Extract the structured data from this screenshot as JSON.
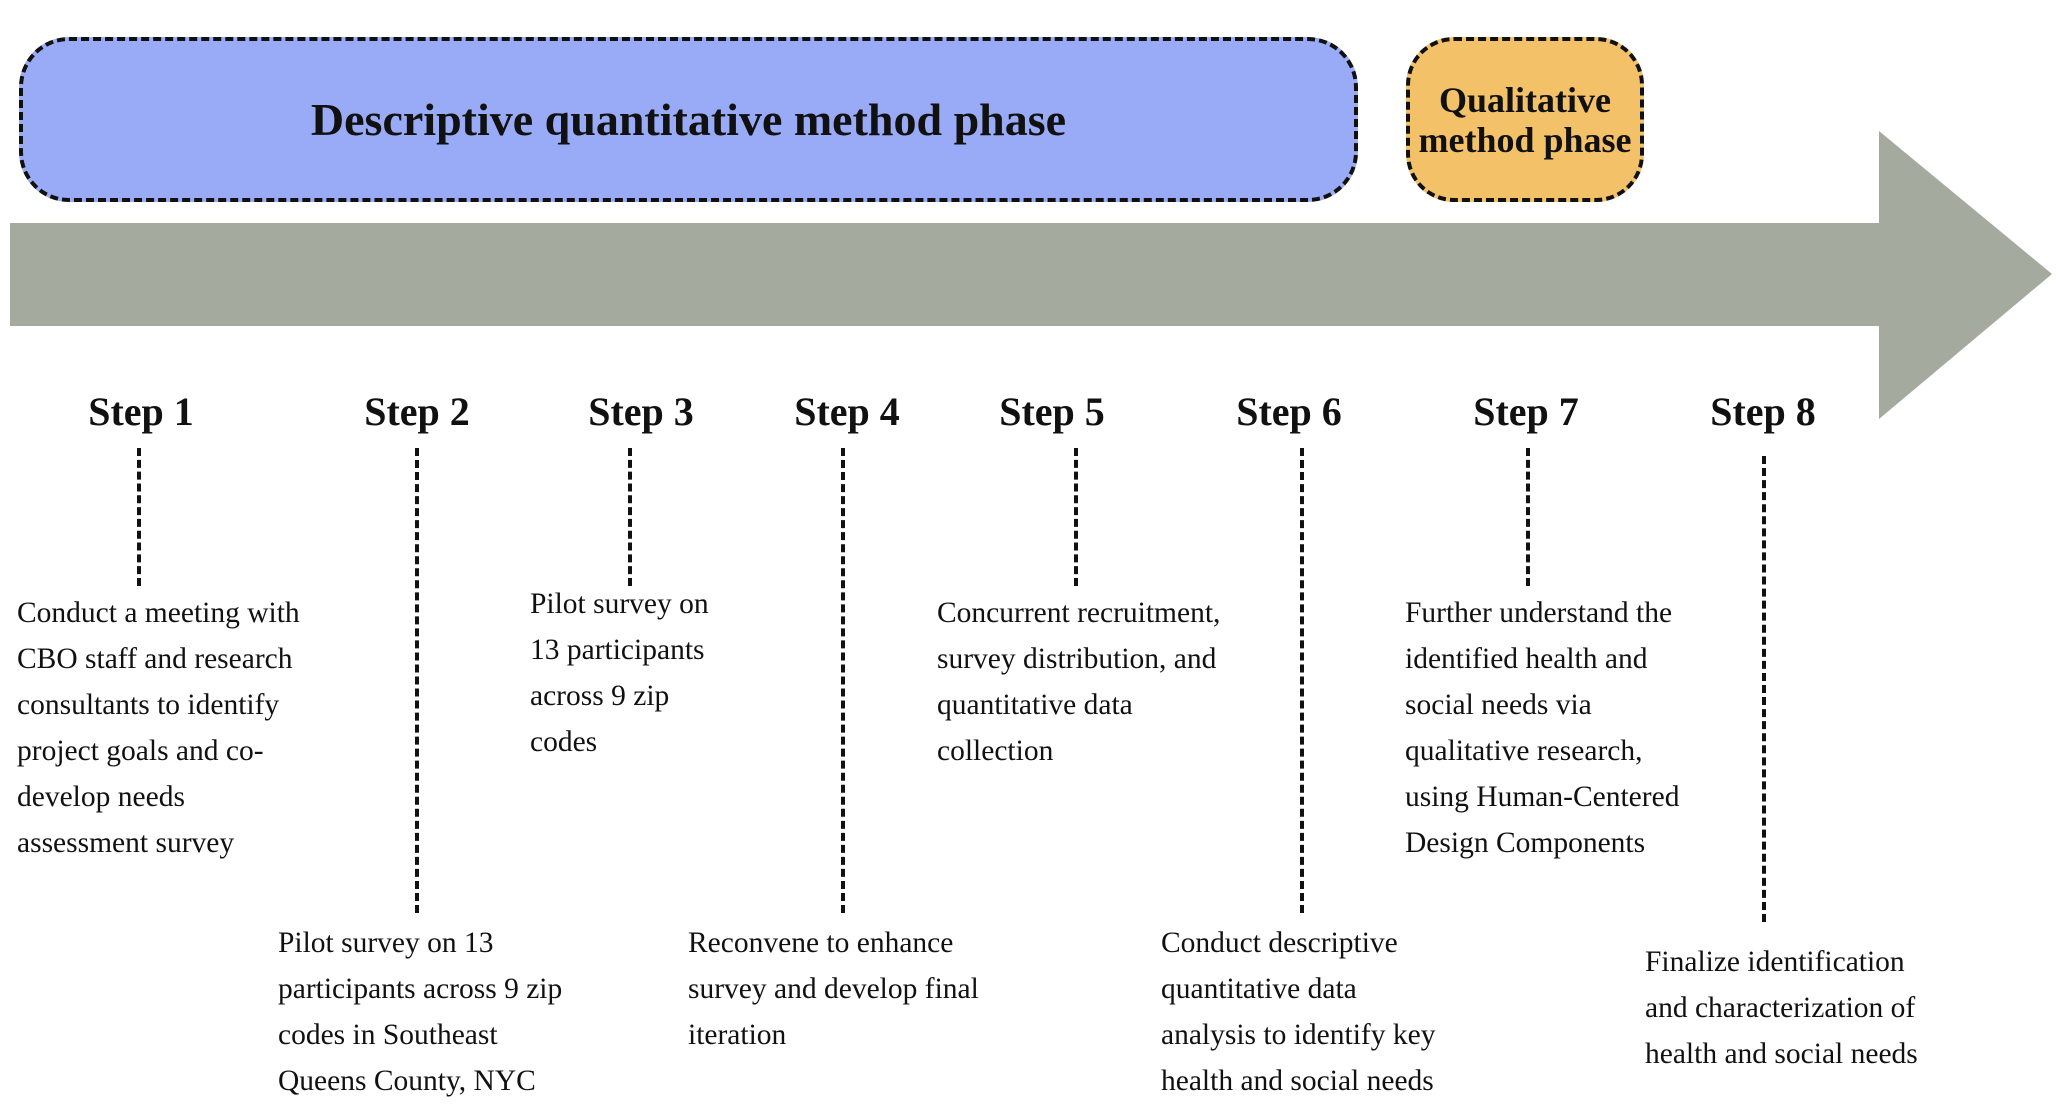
{
  "phases": {
    "quantitative": {
      "label": "Descriptive quantitative method phase",
      "color": "#99aaf6"
    },
    "qualitative": {
      "line1": "Qualitative",
      "line2": "method phase",
      "color": "#f3c168"
    }
  },
  "timeline": {
    "arrow_color": "#a4aa9e"
  },
  "steps": [
    {
      "title": "Step 1",
      "lines": [
        "Conduct a meeting with",
        "CBO staff and research",
        "consultants to identify",
        "project goals and co-",
        "develop needs",
        "assessment survey"
      ]
    },
    {
      "title": "Step 2",
      "lines": [
        "Pilot survey on 13",
        "participants across 9 zip",
        "codes in Southeast",
        "Queens County, NYC"
      ]
    },
    {
      "title": "Step 3",
      "lines": [
        "Pilot survey on",
        "13 participants",
        "across 9 zip",
        "codes"
      ]
    },
    {
      "title": "Step 4",
      "lines": [
        "Reconvene to enhance",
        "survey and develop final",
        "iteration"
      ]
    },
    {
      "title": "Step 5",
      "lines": [
        "Concurrent recruitment,",
        "survey distribution, and",
        "quantitative data",
        "collection"
      ]
    },
    {
      "title": "Step 6",
      "lines": [
        "Conduct descriptive",
        "quantitative data",
        "analysis to identify key",
        "health and social needs"
      ]
    },
    {
      "title": "Step 7",
      "lines": [
        "Further understand the",
        "identified health and",
        "social needs via",
        "qualitative research,",
        "using Human-Centered",
        "Design Components"
      ]
    },
    {
      "title": "Step 8",
      "lines": [
        "Finalize identification",
        "and characterization of",
        "health and social needs"
      ]
    }
  ]
}
